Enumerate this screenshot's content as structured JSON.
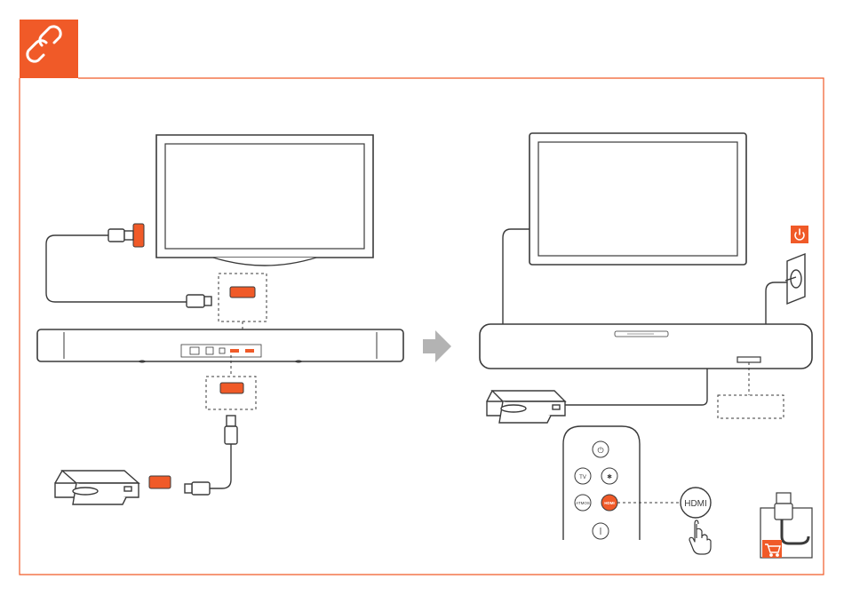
{
  "colors": {
    "accent": "#F05A28",
    "line": "#3a3a3a",
    "light_line": "#8a8a8a",
    "arrow": "#b3b3b3"
  },
  "header": {
    "icon": "link-icon"
  },
  "remote": {
    "buttons": {
      "power": "⏻",
      "tv": "TV",
      "bluetooth": "✱",
      "atmos": "ATMOS",
      "hdmi": "HDMI"
    }
  },
  "callout": {
    "hdmi_label": "HDMI"
  },
  "icons": {
    "power_badge": "power-icon",
    "hand": "hand-pointer-icon",
    "cart": "cart-icon",
    "arrow": "arrow-right-icon"
  }
}
